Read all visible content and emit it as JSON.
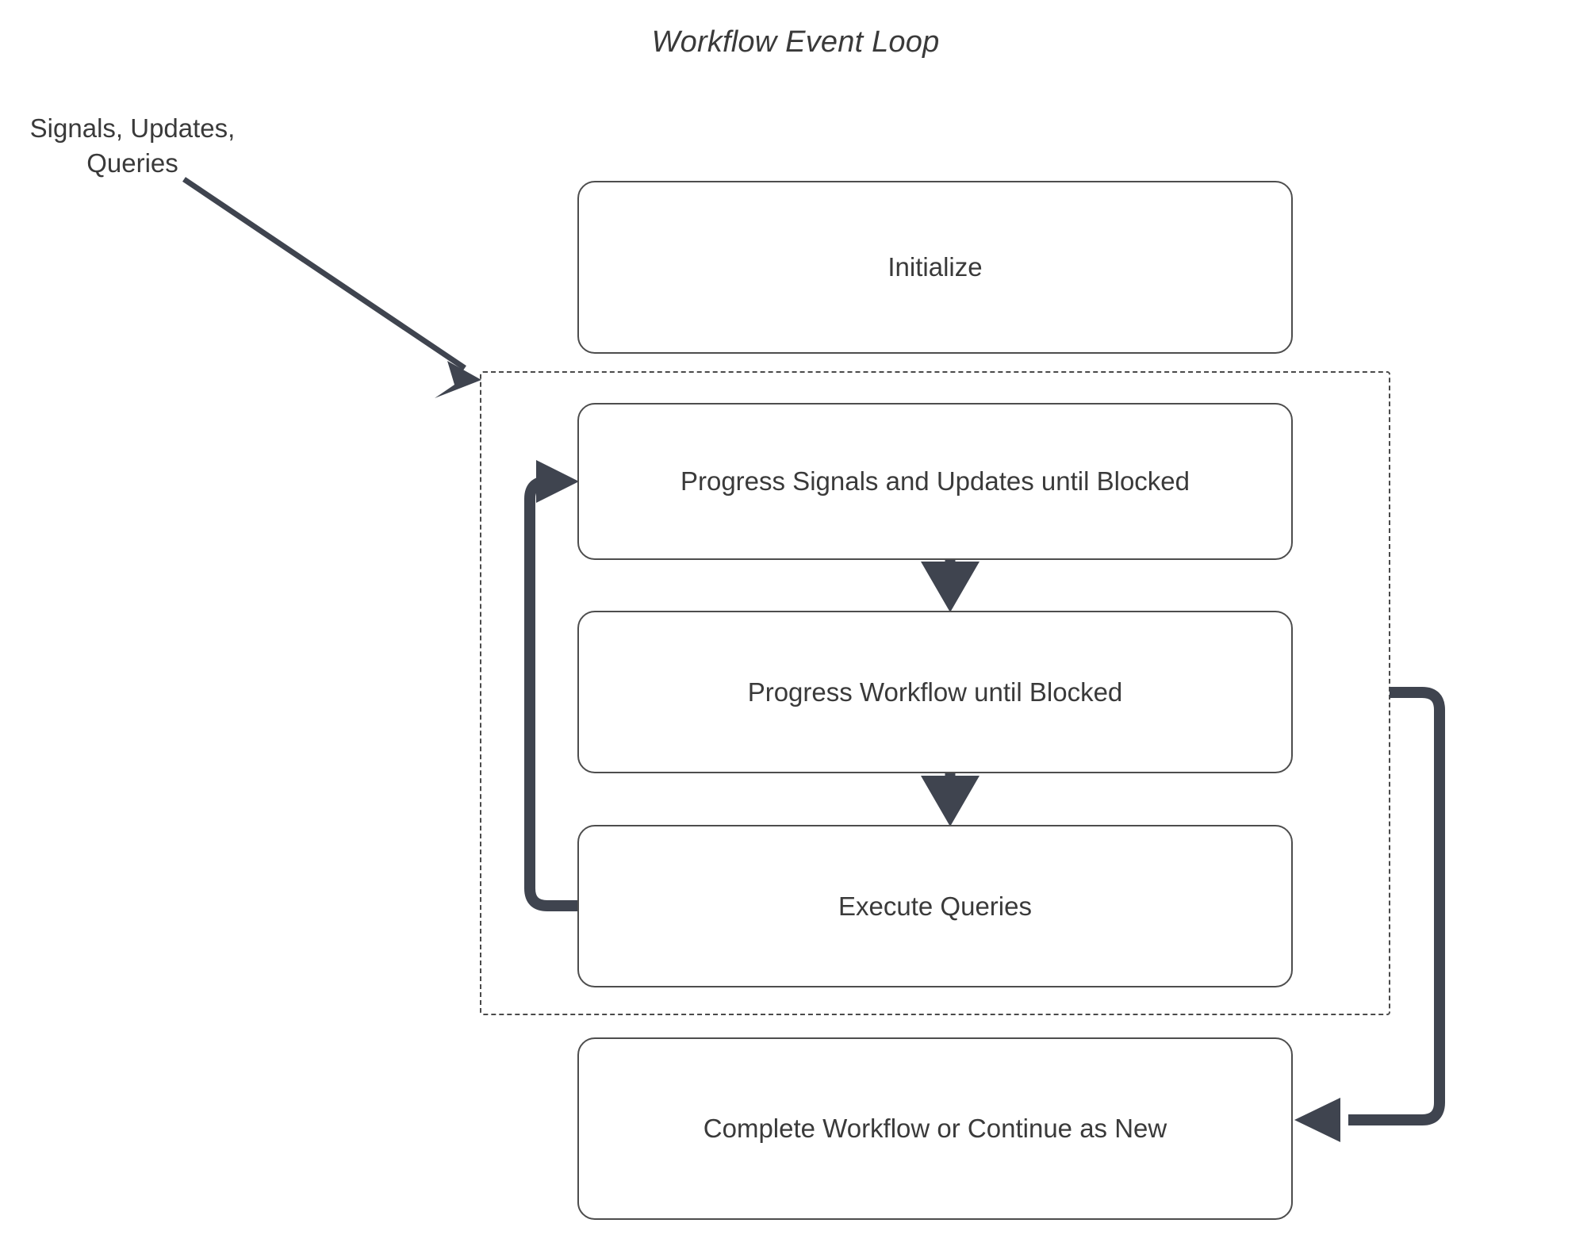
{
  "diagram": {
    "title": "Workflow Event Loop",
    "type": "flowchart",
    "stroke_color": "#3f444f",
    "node_border_color": "#4d4d4d",
    "text_color": "#3a3a3a",
    "background_color": "#ffffff",
    "external_label": "Signals, Updates,\nQueries",
    "loop_container": {
      "label": "",
      "style": "dashed"
    },
    "nodes": [
      {
        "id": "initialize",
        "label": "Initialize"
      },
      {
        "id": "progress-signals",
        "label": "Progress Signals and Updates until Blocked"
      },
      {
        "id": "progress-wf",
        "label": "Progress Workflow until Blocked"
      },
      {
        "id": "execute-queries",
        "label": "Execute Queries"
      },
      {
        "id": "complete",
        "label": "Complete Workflow or Continue as New"
      }
    ],
    "edges": [
      {
        "id": "external-to-loop",
        "from": "Signals, Updates, Queries",
        "to": "loop-container",
        "style": "solid-diagonal-arrow"
      },
      {
        "id": "signals-to-workflow",
        "from": "Progress Signals and Updates until Blocked",
        "to": "Progress Workflow until Blocked",
        "style": "solid-down-arrow"
      },
      {
        "id": "workflow-to-queries",
        "from": "Progress Workflow until Blocked",
        "to": "Execute Queries",
        "style": "solid-down-arrow"
      },
      {
        "id": "queries-loop-back",
        "from": "Execute Queries",
        "to": "Progress Signals and Updates until Blocked",
        "style": "elbow-loop-left"
      },
      {
        "id": "loop-to-complete",
        "from": "loop-container",
        "to": "Complete Workflow or Continue as New",
        "style": "elbow-right"
      }
    ]
  }
}
